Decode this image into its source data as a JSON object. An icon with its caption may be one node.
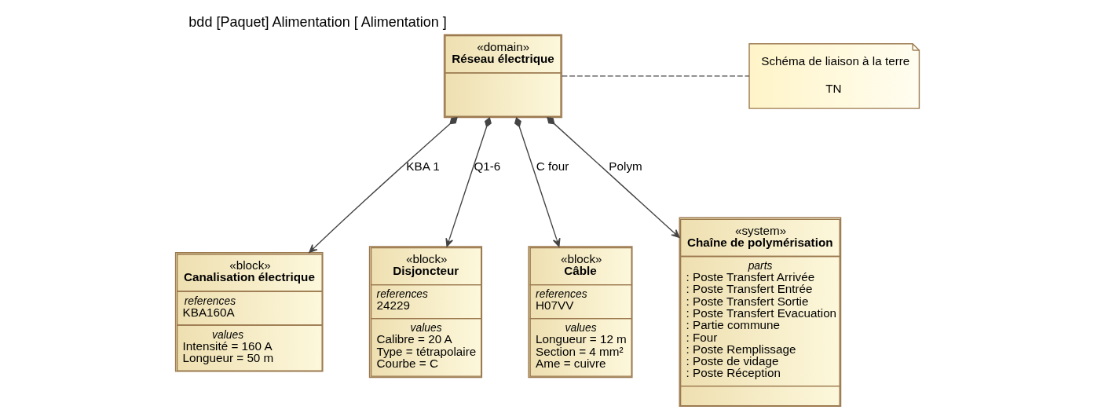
{
  "diagram": {
    "title": "bdd [Paquet] Alimentation [ Alimentation ]",
    "nodes": [
      {
        "text": [
          "«domain»",
          "Réseau électrique"
        ]
      },
      {
        "text": [
          "Schéma de liaison à la terre",
          "TN"
        ]
      },
      {
        "text": [
          "«block»",
          "Canalisation électrique",
          "references",
          "KBA160A",
          "values",
          "Intensité = 160 A",
          "Longueur = 50 m"
        ]
      },
      {
        "text": [
          "«block»",
          "Disjoncteur",
          "references",
          "24229",
          "values",
          "Calibre = 20 A",
          "Type = tétrapolaire",
          "Courbe = C"
        ]
      },
      {
        "text": [
          "«block»",
          "Câble",
          "references",
          "H07VV",
          "values",
          "Longueur = 12 m",
          "Section = 4 mm²",
          "Ame = cuivre"
        ]
      },
      {
        "text": [
          "«system»",
          "Chaîne de polymérisation",
          "parts",
          ": Poste Transfert Arrivée",
          ": Poste Transfert Entrée",
          ": Poste Transfert Sortie",
          ": Poste Transfert Evacuation",
          ": Partie commune",
          ": Four",
          ": Poste Remplissage",
          ": Poste de vidage",
          ": Poste Réception"
        ]
      }
    ],
    "edges": [
      {
        "from": 0,
        "to": 1,
        "arrow": "none",
        "style": "dashed"
      },
      {
        "from": 0,
        "to": 2,
        "arrow": "to",
        "label": "KBA 1"
      },
      {
        "from": 0,
        "to": 3,
        "arrow": "to",
        "label": "Q1-6"
      },
      {
        "from": 0,
        "to": 4,
        "arrow": "to",
        "label": "C four"
      },
      {
        "from": 0,
        "to": 5,
        "arrow": "to",
        "label": "Polym"
      }
    ]
  }
}
